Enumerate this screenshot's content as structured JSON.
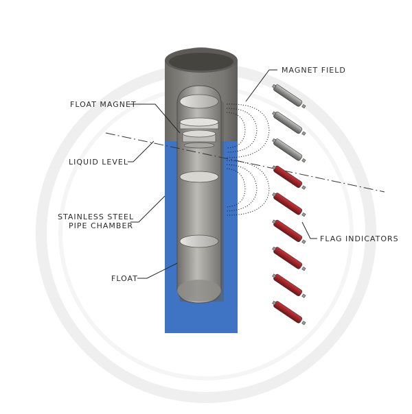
{
  "labels": {
    "magnet_field": "MAGNET FIELD",
    "float_magnet": "FLOAT MAGNET",
    "liquid_level": "LIQUID LEVEL",
    "pipe_chamber_line1": "STAINLESS STEEL",
    "pipe_chamber_line2": "PIPE CHAMBER",
    "float": "FLOAT",
    "flag_indicators": "FLAG INDICATORS"
  },
  "colors": {
    "liquid": "#3f73c4",
    "flag_red": "#9e2327",
    "flag_grey": "#8a8a88",
    "pipe_grey": "#7d7b77",
    "ring": "#ececec"
  },
  "flags": [
    {
      "state": "grey"
    },
    {
      "state": "grey"
    },
    {
      "state": "grey"
    },
    {
      "state": "red"
    },
    {
      "state": "red"
    },
    {
      "state": "red"
    },
    {
      "state": "red"
    },
    {
      "state": "red"
    },
    {
      "state": "red"
    }
  ]
}
